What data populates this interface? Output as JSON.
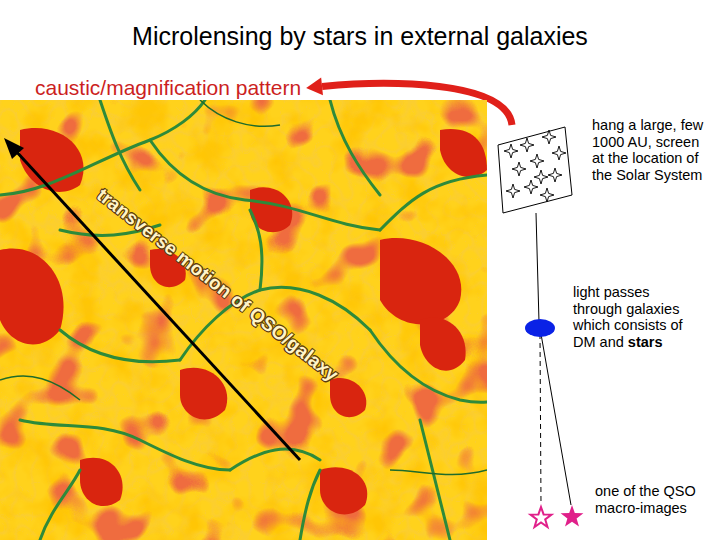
{
  "diagram": {
    "title": "Microlensing by stars in external galaxies",
    "nodes": [
      {
        "text": [
          "caustic/magnification pattern"
        ]
      },
      {
        "text": [
          "hang a large, few 1000 AU, screen at the location of the Solar System"
        ]
      }
    ],
    "edges": [
      {
        "from": 1,
        "to": 0,
        "arrow": "to"
      }
    ],
    "labels": [
      "transverse motion of QSO/galaxy",
      "light passes through galaxies which consists of DM and stars",
      "one of the QSO macro-images"
    ]
  }
}
